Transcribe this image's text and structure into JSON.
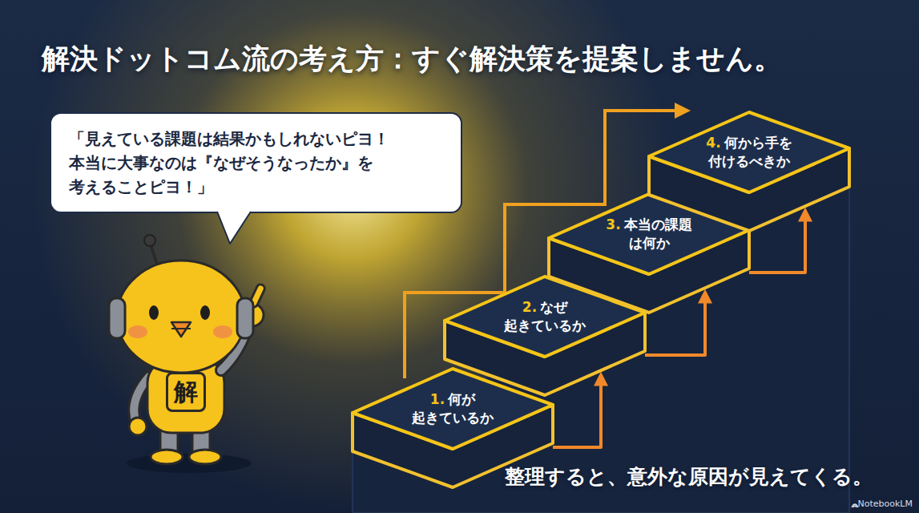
{
  "diagram": {
    "title": "解決ドットコム流の考え方：すぐ解決策を提案しません。",
    "caption": "整理すると、意外な原因が見えてくる。",
    "nodes": [
      {
        "text": [
          "「見えている課題は結果かもしれないピヨ！ 本当に大事なのは『なぜそうなったか』を 考えることピヨ！」"
        ]
      },
      {
        "text": [
          "1.",
          "何が 起きているか"
        ]
      },
      {
        "text": [
          "2.",
          "なぜ 起きているか"
        ]
      },
      {
        "text": [
          "3.",
          "本当の課題 は何か"
        ]
      },
      {
        "text": [
          "4.",
          "何から手を 付けるべきか"
        ]
      }
    ],
    "edges": [
      {
        "from": 1,
        "to": 2,
        "arrow": "to"
      },
      {
        "from": 2,
        "to": 3,
        "arrow": "to"
      },
      {
        "from": 3,
        "to": 4,
        "arrow": "to"
      }
    ],
    "labels": [
      "解",
      "NotebookLM"
    ]
  }
}
